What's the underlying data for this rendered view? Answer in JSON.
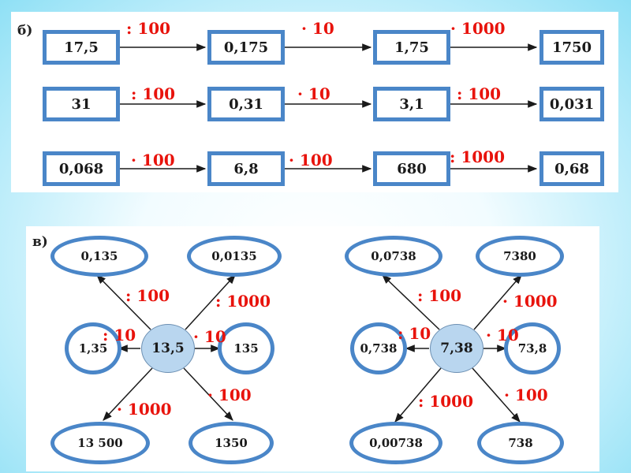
{
  "section_b": {
    "letter": "б)",
    "rows": [
      {
        "boxes": [
          "17,5",
          "0,175",
          "1,75",
          "1750"
        ],
        "ops": [
          ": 100",
          "· 10",
          "· 1000"
        ]
      },
      {
        "boxes": [
          "31",
          "0,31",
          "3,1",
          "0,031"
        ],
        "ops": [
          ": 100",
          "· 10",
          ": 100"
        ]
      },
      {
        "boxes": [
          "0,068",
          "6,8",
          "680",
          "0,68"
        ],
        "ops": [
          "· 100",
          "· 100",
          ": 1000"
        ]
      }
    ]
  },
  "section_v": {
    "letter": "в)",
    "diagrams": [
      {
        "center": "13,5",
        "top_left": "0,135",
        "top_right": "0,0135",
        "left": "1,35",
        "right": "135",
        "bottom_left": "13 500",
        "bottom_right": "1350",
        "ops": {
          "top_left": ": 100",
          "top_right": ": 1000",
          "left": ": 10",
          "right": "· 10",
          "bottom_left": "· 1000",
          "bottom_right": "· 100"
        }
      },
      {
        "center": "7,38",
        "top_left": "0,0738",
        "top_right": "7380",
        "left": "0,738",
        "right": "73,8",
        "bottom_left": "0,00738",
        "bottom_right": "738",
        "ops": {
          "top_left": ": 100",
          "top_right": "· 1000",
          "left": ": 10",
          "right": "· 10",
          "bottom_left": ": 1000",
          "bottom_right": "· 100"
        }
      }
    ]
  },
  "colors": {
    "border": "#4a86c8",
    "operation": "#e8130c",
    "center_fill": "#b9d6ef"
  }
}
